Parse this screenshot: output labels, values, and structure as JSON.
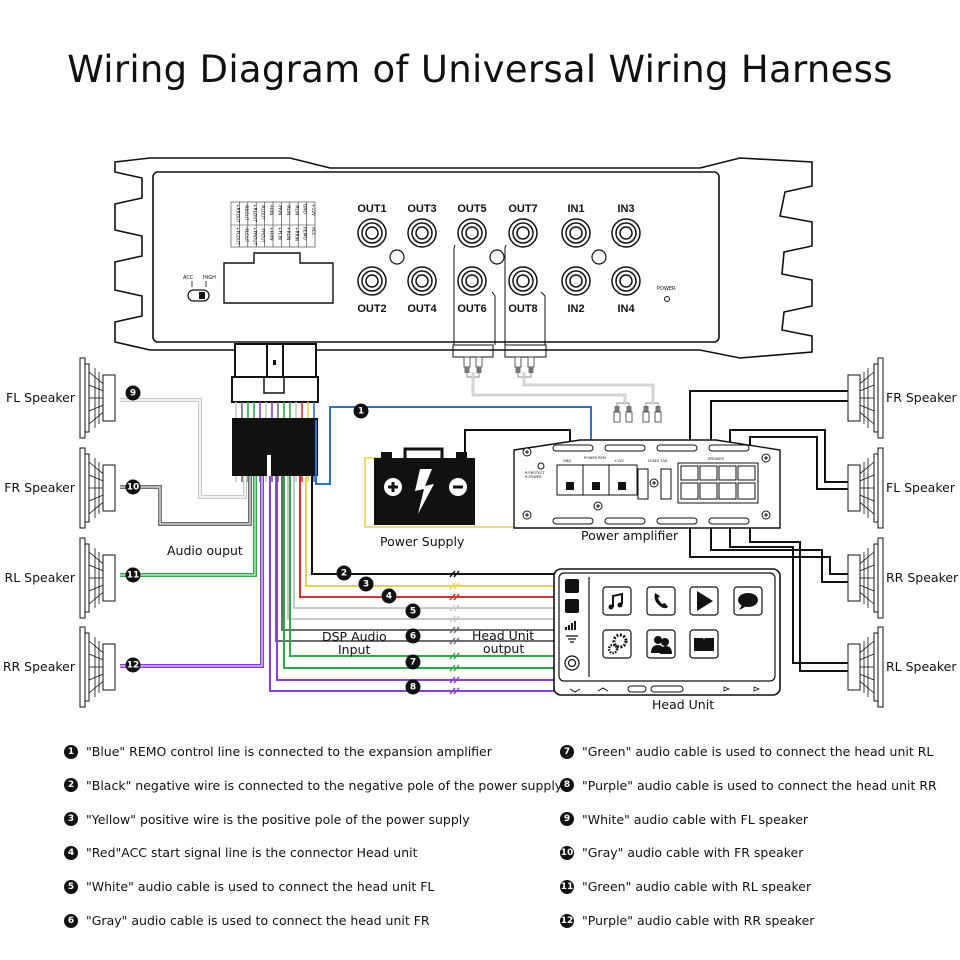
{
  "title": "Wiring Diagram of Universal Wiring Harness",
  "dsp_unit": {
    "switch": {
      "left_label": "ACC",
      "right_label": "HIGH"
    },
    "pinout_top": [
      "+RROUT",
      "-RROUT",
      "+RLOUT",
      "-RLOUT",
      "-FRIN",
      "-FRIN",
      "-RLIN",
      "-RLIN",
      "GND",
      "+12V"
    ],
    "pinout_bottom": [
      "+FLOUT",
      "-FLOUT",
      "+FROUT",
      "-FROUT",
      "+FRIN",
      "+FLIN",
      "+RLIN",
      "+RRIN",
      "REMO",
      "ACC"
    ],
    "ports_top": [
      "OUT1",
      "OUT3",
      "OUT5",
      "OUT7",
      "IN1",
      "IN3"
    ],
    "ports_bottom": [
      "OUT2",
      "OUT4",
      "OUT6",
      "OUT8",
      "IN2",
      "IN4"
    ],
    "power_label": "POWER"
  },
  "labels": {
    "power_supply": "Power Supply",
    "power_amplifier": "Power amplifier",
    "audio_output": "Audio ouput",
    "dsp_audio_input_1": "DSP Audio",
    "dsp_audio_input_2": "Input",
    "head_unit_output_1": "Head Unit",
    "head_unit_output_2": "output",
    "head_unit": "Head Unit"
  },
  "amplifier": {
    "left_tiny": [
      "R-PROTECT",
      "R-POWER"
    ],
    "terminals": [
      "GND",
      "POWER REM",
      "+12V"
    ],
    "fuses": "FUSES 15A",
    "speaker": "SPEAKER"
  },
  "speakers_left": [
    "FL Speaker",
    "FR Speaker",
    "RL Speaker",
    "RR Speaker"
  ],
  "speakers_right": [
    "FR Speaker",
    "FL Speaker",
    "RR Speaker",
    "RL Speaker"
  ],
  "head_unit_apps": [
    "music-icon",
    "phone-icon",
    "play-icon",
    "message-icon",
    "settings-icon",
    "contacts-icon",
    "book-icon"
  ],
  "wire_colors": {
    "blue": "#2f6fd0",
    "black": "#111111",
    "yellow": "#e8d44a",
    "red": "#d9302a",
    "white": "#c8c8c8",
    "gray": "#6e6e6e",
    "green": "#2fa84a",
    "purple": "#8a3fd1"
  },
  "badges": [
    "1",
    "2",
    "3",
    "4",
    "5",
    "6",
    "7",
    "8",
    "9",
    "10",
    "11",
    "12"
  ],
  "legend": [
    {
      "num": "1",
      "text": "\"Blue\" REMO control line is connected to the expansion amplifier"
    },
    {
      "num": "2",
      "text": "\"Black\" negative wire is connected to the negative pole of the power supply"
    },
    {
      "num": "3",
      "text": "\"Yellow\" positive wire is the positive pole of the power supply"
    },
    {
      "num": "4",
      "text": "\"Red\"ACC start signal line is the connector Head unit"
    },
    {
      "num": "5",
      "text": "\"White\" audio cable is used to connect the head unit FL"
    },
    {
      "num": "6",
      "text": "\"Gray\" audio cable is used to connect the head unit FR"
    },
    {
      "num": "7",
      "text": "\"Green\" audio cable is used to connect the head unit RL"
    },
    {
      "num": "8",
      "text": "\"Purple\" audio cable is used to connect the head unit RR"
    },
    {
      "num": "9",
      "text": "\"White\" audio cable with FL speaker"
    },
    {
      "num": "10",
      "text": "\"Gray\" audio cable with FR speaker"
    },
    {
      "num": "11",
      "text": "\"Green\" audio cable with RL speaker"
    },
    {
      "num": "12",
      "text": "\"Purple\" audio cable with RR speaker"
    }
  ]
}
